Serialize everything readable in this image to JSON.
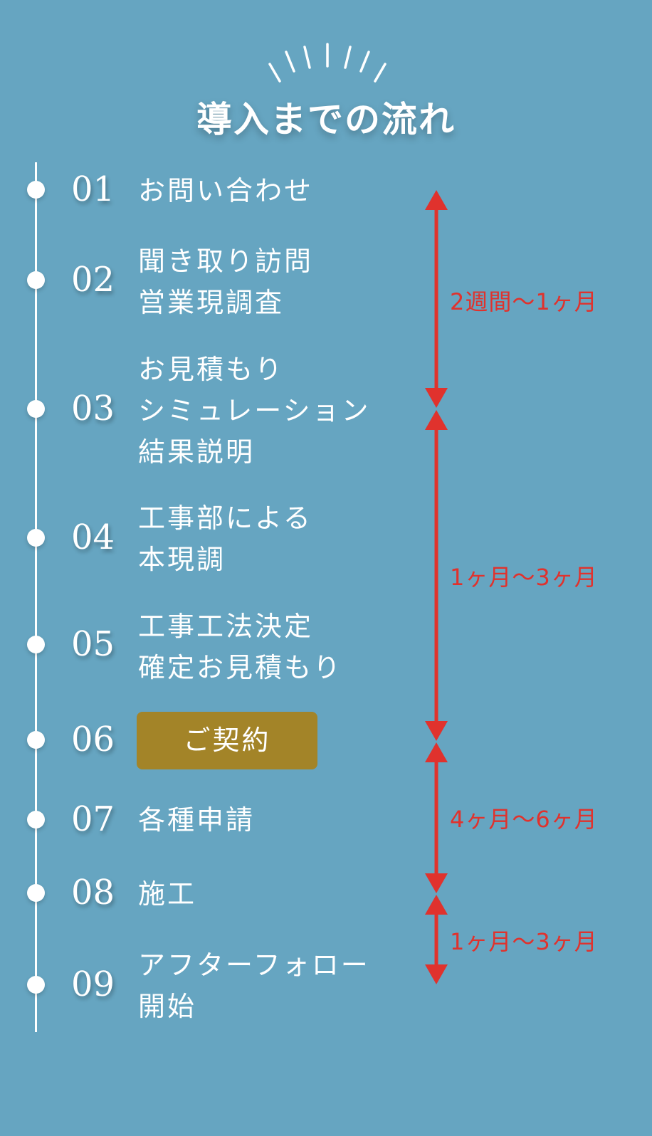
{
  "title": "導入までの流れ",
  "accent_color": "#e0322d",
  "contract_color": "#a38428",
  "steps": [
    {
      "num": "01",
      "lines": [
        "お問い合わせ"
      ]
    },
    {
      "num": "02",
      "lines": [
        " 聞き取り訪問",
        "営業現調査"
      ]
    },
    {
      "num": "03",
      "lines": [
        "お見積もり",
        "シミュレーション",
        "結果説明"
      ]
    },
    {
      "num": "04",
      "lines": [
        "工事部による",
        "本現調"
      ]
    },
    {
      "num": "05",
      "lines": [
        "工事工法決定",
        "確定お見積もり"
      ]
    },
    {
      "num": "06",
      "lines": [
        "ご契約"
      ]
    },
    {
      "num": "07",
      "lines": [
        "各種申請"
      ]
    },
    {
      "num": "08",
      "lines": [
        "施工"
      ]
    },
    {
      "num": "09",
      "lines": [
        "アフターフォロー",
        "開始"
      ]
    }
  ],
  "durations": [
    {
      "label": "2週間〜1ヶ月",
      "from_step": "01",
      "to_step": "03"
    },
    {
      "label": "1ヶ月〜3ヶ月",
      "from_step": "03",
      "to_step": "06"
    },
    {
      "label": "4ヶ月〜6ヶ月",
      "from_step": "06",
      "to_step": "08"
    },
    {
      "label": "1ヶ月〜3ヶ月",
      "from_step": "08",
      "to_step": "09"
    }
  ]
}
